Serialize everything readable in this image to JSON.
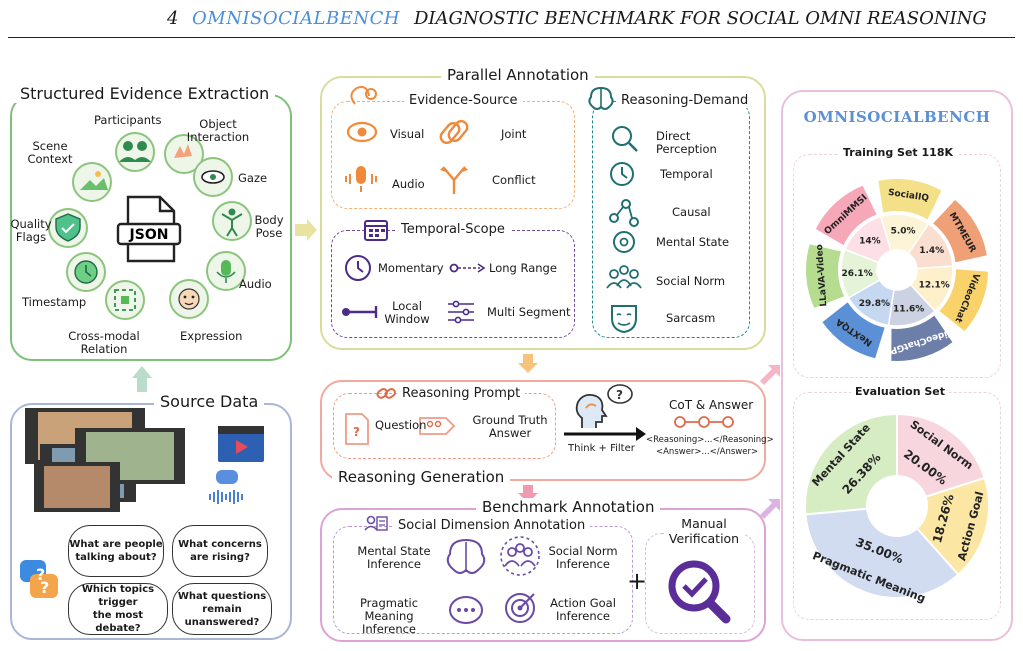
{
  "header": {
    "number": "4",
    "name": "OMNISOCIALBENCH",
    "subtitle": "DIAGNOSTIC BENCHMARK FOR SOCIAL OMNI REASONING"
  },
  "evidence_extraction": {
    "title": "Structured Evidence Extraction",
    "center": "JSON",
    "items": [
      "Participants",
      "Object\nInteraction",
      "Scene\nContext",
      "Gaze",
      "Quality\nFlags",
      "Body\nPose",
      "Audio",
      "Timestamp",
      "Expression",
      "Cross-modal\nRelation"
    ]
  },
  "source_data": {
    "title": "Source Data",
    "questions": [
      "What are people\ntalking about?",
      "What concerns\nare rising?",
      "Which topics trigger\nthe most debate?",
      "What questions\nremain unanswered?"
    ]
  },
  "parallel": {
    "title": "Parallel Annotation",
    "evidence_source": {
      "title": "Evidence-Source",
      "items": [
        "Visual",
        "Joint",
        "Audio",
        "Conflict"
      ]
    },
    "temporal_scope": {
      "title": "Temporal-Scope",
      "items": [
        "Momentary",
        "Long Range",
        "Local\nWindow",
        "Multi Segment"
      ]
    },
    "reasoning_demand": {
      "title": "Reasoning-Demand",
      "items": [
        "Direct\nPerception",
        "Temporal",
        "Causal",
        "Mental State",
        "Social Norm",
        "Sarcasm"
      ]
    }
  },
  "reasoning_gen": {
    "title": "Reasoning Generation",
    "prompt_title": "Reasoning Prompt",
    "question": "Question",
    "ground_truth": "Ground Truth\nAnswer",
    "arrow_label": "Think + Filter",
    "cot_title": "CoT & Answer",
    "cot_line1": "<Reasoning>...</Reasoning>",
    "cot_line2": "<Answer>...</Answer>"
  },
  "benchmark": {
    "title": "Benchmark Annotation",
    "social_title": "Social Dimension Annotation",
    "items": [
      "Mental State\nInference",
      "Social Norm\nInference",
      "Pragmatic Meaning\nInference",
      "Action Goal\nInference"
    ],
    "plus": "+",
    "manual": "Manual\nVerification"
  },
  "right": {
    "brand": "OMNISOCIALBENCH",
    "training_title": "Training Set 118K",
    "eval_title": "Evaluation Set"
  },
  "chart_data": [
    {
      "type": "pie",
      "title": "Training Set 118K",
      "labels": [
        "OmniMMSI",
        "SocialIQ",
        "MTMEUR",
        "VideoChat",
        "VideoChatGPT",
        "NeXTQA",
        "LLaVA-Video"
      ],
      "values": [
        14,
        5.0,
        1.4,
        12.1,
        11.6,
        29.8,
        26.1
      ],
      "value_labels": [
        "14%",
        "5.0%",
        "1.4%",
        "12.1%",
        "11.6%",
        "29.8%",
        "26.1%"
      ],
      "colors": [
        "#f6a7b8",
        "#f5e08a",
        "#f0a077",
        "#f9d36a",
        "#6d7fa8",
        "#5b8fd6",
        "#b5dc8f"
      ]
    },
    {
      "type": "pie",
      "title": "Evaluation Set",
      "labels": [
        "Mental State",
        "Social Norm",
        "Action Goal",
        "Pragmatic Meaning"
      ],
      "values": [
        26.38,
        20.0,
        18.26,
        35.0
      ],
      "value_labels": [
        "26.38%",
        "20.00%",
        "18.26%",
        "35.00%"
      ],
      "colors": [
        "#d6ecc3",
        "#f8d6de",
        "#fbe7a3",
        "#d2dcf1"
      ]
    }
  ]
}
